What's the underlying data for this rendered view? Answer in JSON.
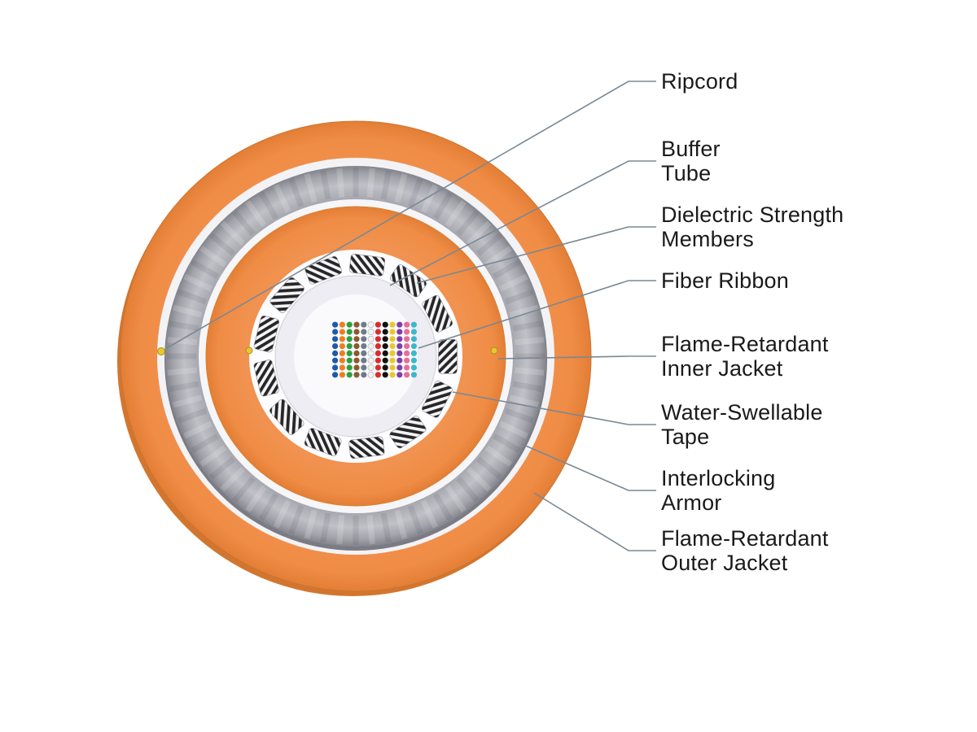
{
  "figure": {
    "description": "Fiber optic cable cross-section diagram",
    "labels": [
      {
        "id": "ripcord",
        "lines": [
          "Ripcord"
        ]
      },
      {
        "id": "buffer-tube",
        "lines": [
          "Buffer",
          "Tube"
        ]
      },
      {
        "id": "dielectric-strength-members",
        "lines": [
          "Dielectric Strength",
          "Members"
        ]
      },
      {
        "id": "fiber-ribbon",
        "lines": [
          "Fiber Ribbon"
        ]
      },
      {
        "id": "flame-retardant-inner-jacket",
        "lines": [
          "Flame-Retardant",
          "Inner Jacket"
        ]
      },
      {
        "id": "water-swellable-tape",
        "lines": [
          "Water-Swellable",
          "Tape"
        ]
      },
      {
        "id": "interlocking-armor",
        "lines": [
          "Interlocking",
          "Armor"
        ]
      },
      {
        "id": "flame-retardant-outer-jacket",
        "lines": [
          "Flame-Retardant",
          "Outer Jacket"
        ]
      }
    ],
    "colors": {
      "outer_jacket": "#F0914C",
      "inner_jacket": "#F0914C",
      "armor": "#A9A9B1",
      "tape_ring": "#F6F6F9",
      "leader_line": "#7A8893",
      "text": "#1A1A1A",
      "ripcord_dot": "#E8C832"
    },
    "fiber_ribbon": {
      "rows": 8,
      "columns": 12,
      "column_color_names": [
        "blue",
        "orange",
        "green",
        "brown",
        "slate",
        "white",
        "red",
        "black",
        "yellow",
        "violet",
        "rose",
        "aqua"
      ],
      "column_colors": [
        "#1E5AA8",
        "#F07D1E",
        "#2E9E3E",
        "#8A5A2E",
        "#6E7B8B",
        "#F2F2F2",
        "#D82E2E",
        "#111111",
        "#E8C82E",
        "#7D3FA8",
        "#E86E96",
        "#3EB8C8"
      ]
    }
  }
}
